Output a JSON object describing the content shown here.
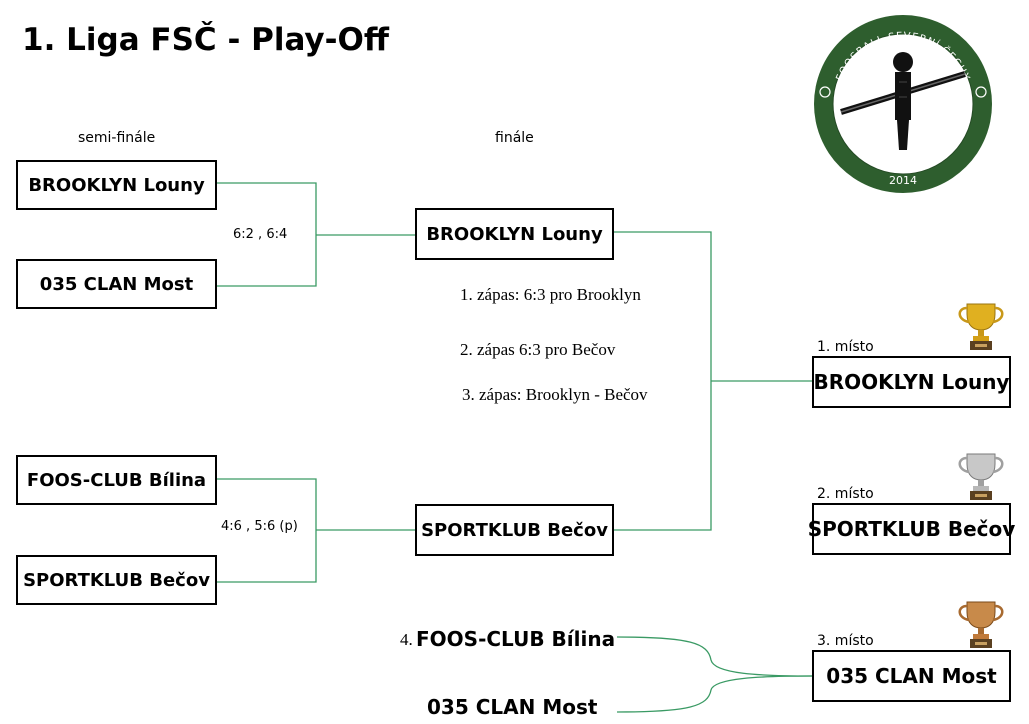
{
  "title": "1. Liga FSČ - Play-Off",
  "columns": {
    "semi": "semi-finále",
    "final": "finále"
  },
  "semifinal": {
    "upper": {
      "team1": "BROOKLYN Louny",
      "team2": "035 CLAN Most",
      "score": "6:2 , 6:4"
    },
    "lower": {
      "team1": "FOOS-CLUB Bílina",
      "team2": "SPORTKLUB Bečov",
      "score": "4:6 , 5:6 (p)"
    }
  },
  "final": {
    "team1": "BROOKLYN Louny",
    "team2": "SPORTKLUB Bečov",
    "matches": [
      "1. zápas: 6:3 pro Brooklyn",
      "2. zápas 6:3 pro Bečov",
      "3. zápas: Brooklyn - Bečov"
    ]
  },
  "third_place_match": {
    "prefix": "4.",
    "team1": "FOOS-CLUB Bílina",
    "team2": "035 CLAN Most"
  },
  "results": [
    {
      "label": "1. místo",
      "team": "BROOKLYN Louny",
      "trophy": "gold-trophy-icon"
    },
    {
      "label": "2. místo",
      "team": "SPORTKLUB Bečov",
      "trophy": "silver-trophy-icon"
    },
    {
      "label": "3. místo",
      "team": "035 CLAN Most",
      "trophy": "bronze-trophy-icon"
    }
  ],
  "logo": {
    "top_text": "FOOSBALL SEVERNÍ ČECHY",
    "year": "2014"
  },
  "colors": {
    "line": "#3a9a64",
    "logo_ring": "#2e5e2e",
    "gold": "#d4a017",
    "silver": "#b8b8b8",
    "bronze": "#c07a3a"
  }
}
